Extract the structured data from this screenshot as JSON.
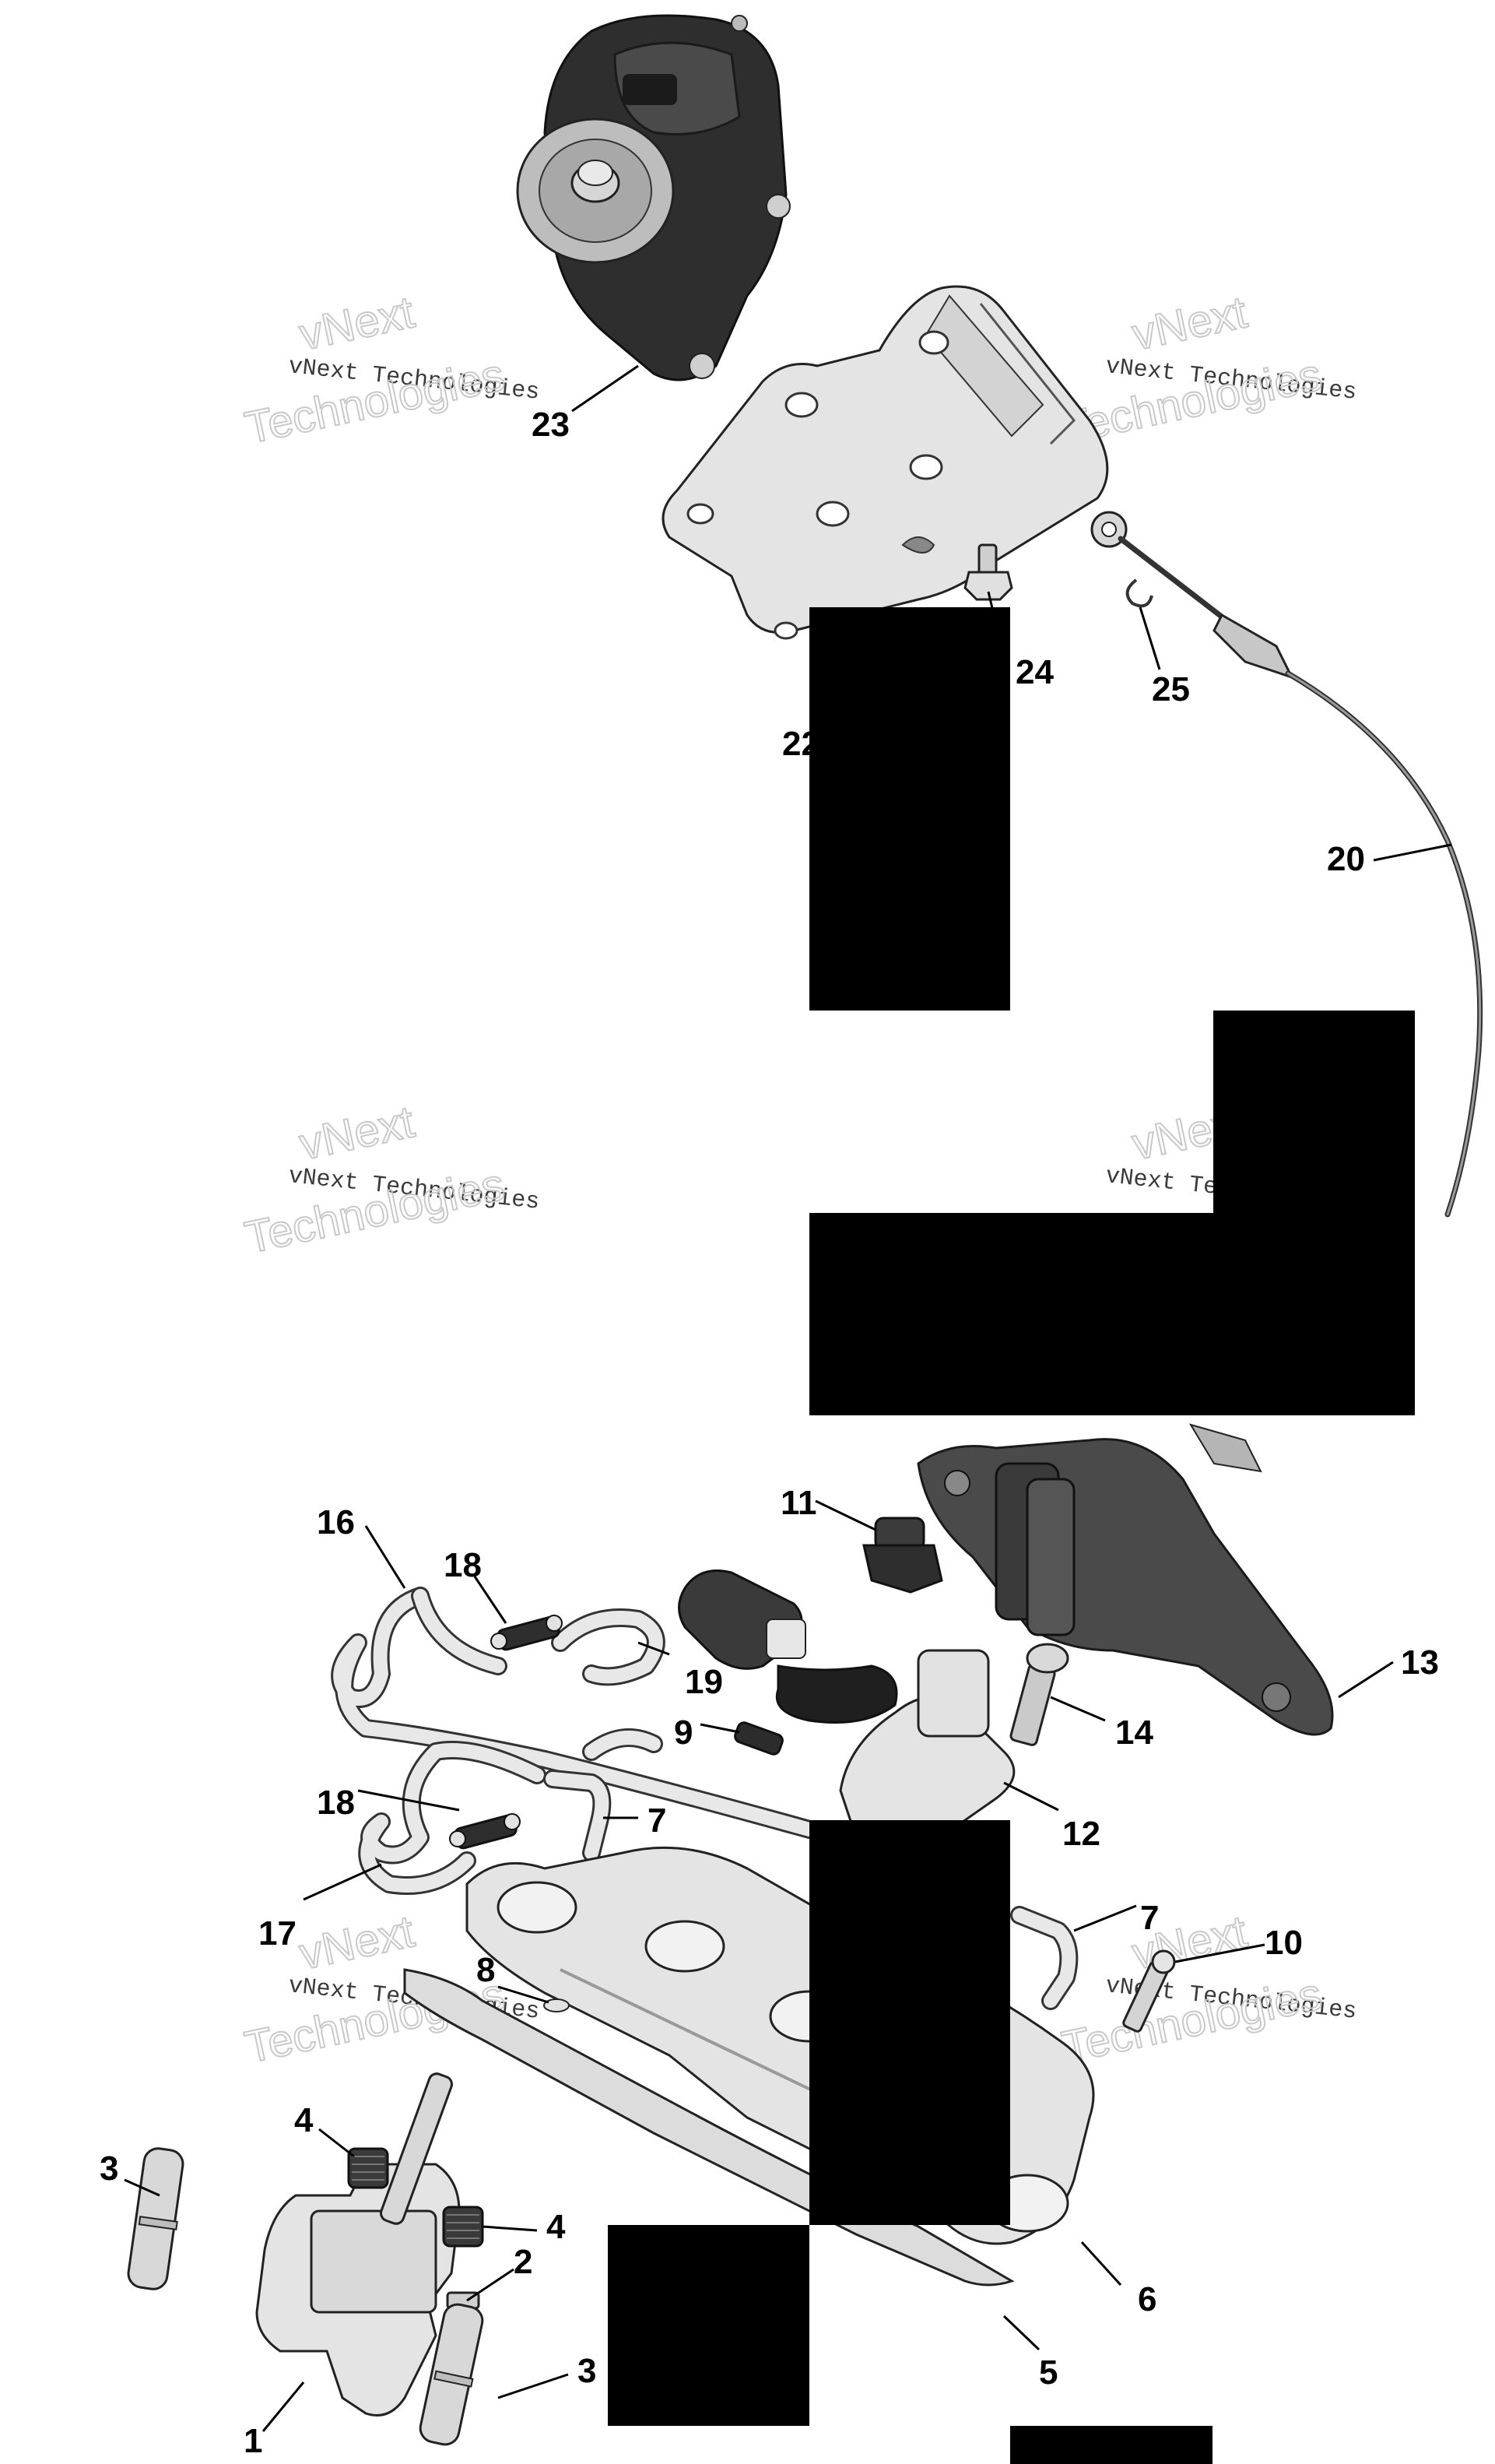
{
  "watermark": {
    "line1": "vNext",
    "line2": "vNext Technologies",
    "line3": "Technologies"
  },
  "callouts": {
    "c1": "1",
    "c2": "2",
    "c3a": "3",
    "c3b": "3",
    "c4a": "4",
    "c4b": "4",
    "c5": "5",
    "c6": "6",
    "c7a": "7",
    "c7b": "7",
    "c8": "8",
    "c9": "9",
    "c10": "10",
    "c11": "11",
    "c12": "12",
    "c13": "13",
    "c14": "14",
    "c16": "16",
    "c17": "17",
    "c18a": "18",
    "c18b": "18",
    "c19": "19",
    "c20": "20",
    "c22": "22",
    "c23": "23",
    "c24": "24",
    "c25": "25"
  },
  "colors": {
    "background": "#ffffff",
    "redaction": "#000000",
    "part_dark": "#4a4a4a",
    "part_light": "#e4e4e4"
  }
}
